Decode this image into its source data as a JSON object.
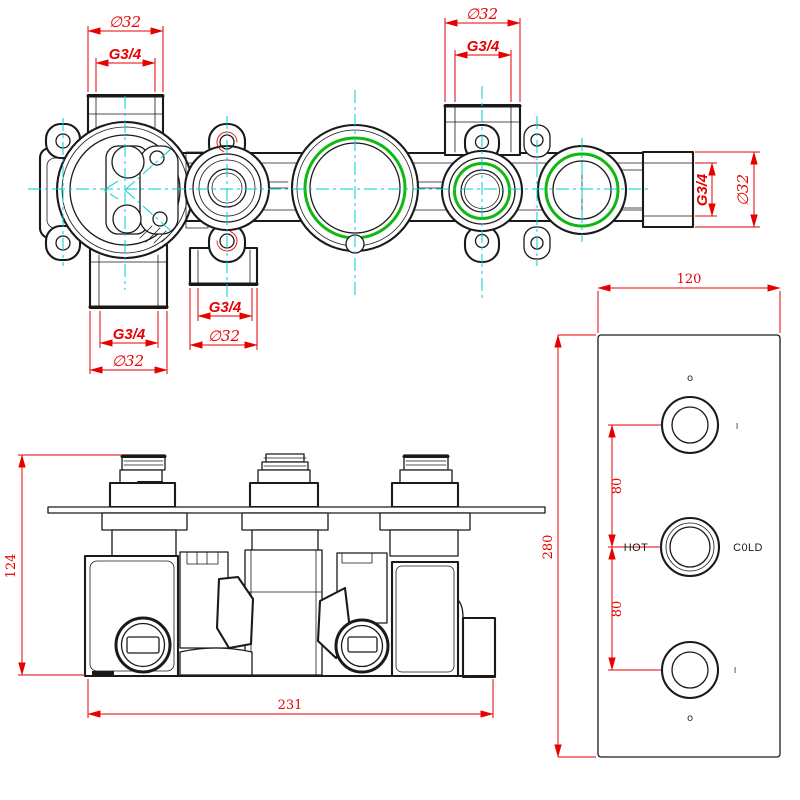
{
  "title": "Thermostatic shower mixer valve technical drawing",
  "colors": {
    "line": "#1a1a1a",
    "dimension": "#e60000",
    "centerline": "#00cfcf",
    "oring": "#12b812",
    "background": "#ffffff"
  },
  "top_view": {
    "dimensions": {
      "left_top_port_diameter": "∅32",
      "left_top_port_thread": "G3/4",
      "mid_top_port_diameter": "∅32",
      "mid_top_port_thread": "G3/4",
      "right_port_thread": "G3/4",
      "right_port_diameter": "∅32",
      "left_bottom_port_thread": "G3/4",
      "left_bottom_port_diameter": "∅32",
      "mid_bottom_port_thread": "G3/4",
      "mid_bottom_port_diameter": "∅32"
    }
  },
  "side_view": {
    "dimensions": {
      "height": "124",
      "length": "231"
    }
  },
  "panel_view": {
    "dimensions": {
      "width": "120",
      "height": "280",
      "knob_spacing_upper": "80",
      "knob_spacing_lower": "80"
    },
    "labels": {
      "hot": "HOT",
      "cold": "C0LD"
    },
    "marks": {
      "top_dot": "o",
      "top_tick": "I",
      "bottom_tick": "I",
      "bottom_dot": "o"
    }
  }
}
